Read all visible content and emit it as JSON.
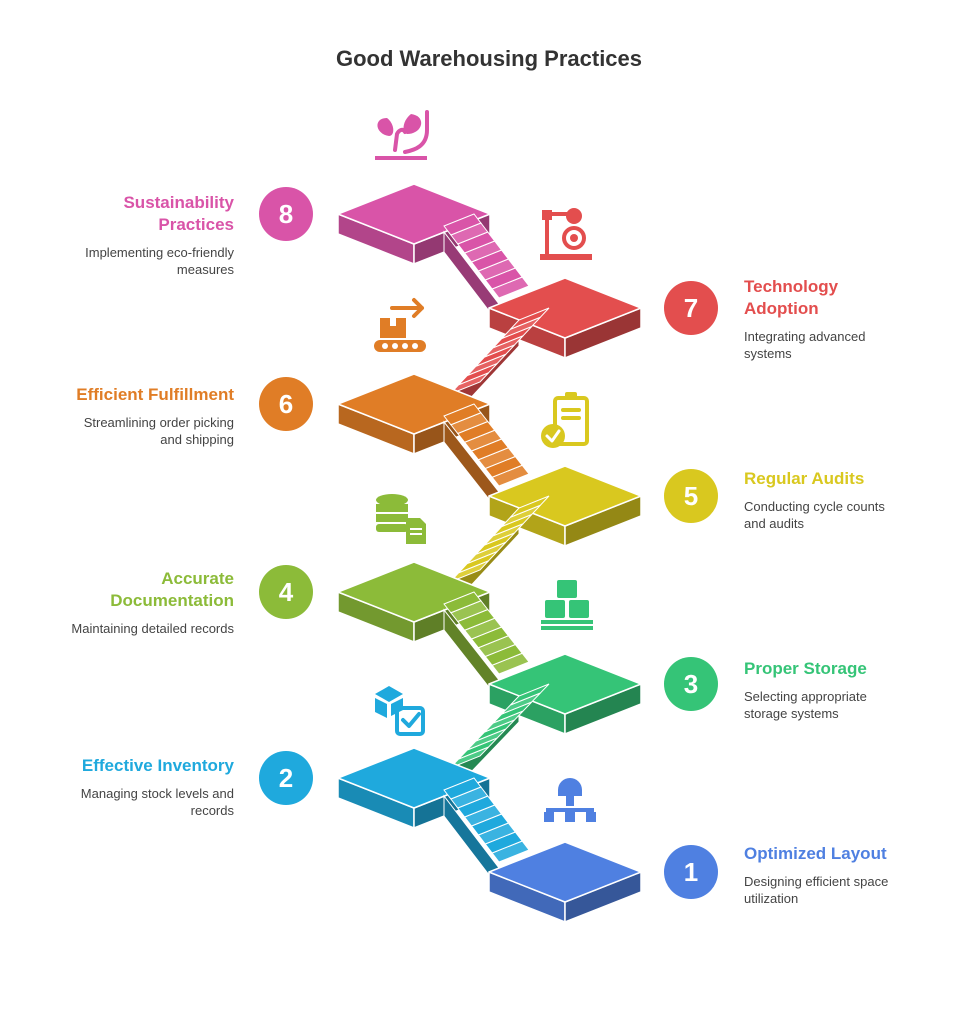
{
  "title": "Good Warehousing Practices",
  "steps": [
    {
      "number": "1",
      "title": "Optimized Layout",
      "description": "Designing efficient space utilization",
      "color": "#4f80e1",
      "side": "right",
      "icon": "layout-hierarchy-icon"
    },
    {
      "number": "2",
      "title": "Effective Inventory",
      "description": "Managing stock levels and records",
      "color": "#1fa9dd",
      "side": "left",
      "icon": "inventory-checklist-icon"
    },
    {
      "number": "3",
      "title": "Proper Storage",
      "description": "Selecting appropriate storage systems",
      "color": "#35c477",
      "side": "right",
      "icon": "boxes-pallet-icon"
    },
    {
      "number": "4",
      "title": "Accurate Documentation",
      "description": "Maintaining detailed records",
      "color": "#8cbb39",
      "side": "left",
      "icon": "database-document-icon"
    },
    {
      "number": "5",
      "title": "Regular Audits",
      "description": "Conducting cycle counts and audits",
      "color": "#d9c81f",
      "side": "right",
      "icon": "clipboard-check-icon"
    },
    {
      "number": "6",
      "title": "Efficient Fulfillment",
      "description": "Streamlining order picking and shipping",
      "color": "#e07d26",
      "side": "left",
      "icon": "conveyor-box-icon"
    },
    {
      "number": "7",
      "title": "Technology Adoption",
      "description": "Integrating advanced systems",
      "color": "#e34e4e",
      "side": "right",
      "icon": "robot-arm-icon"
    },
    {
      "number": "8",
      "title": "Sustainability Practices",
      "description": "Implementing eco-friendly measures",
      "color": "#d954a8",
      "side": "left",
      "icon": "plant-hand-icon"
    }
  ]
}
